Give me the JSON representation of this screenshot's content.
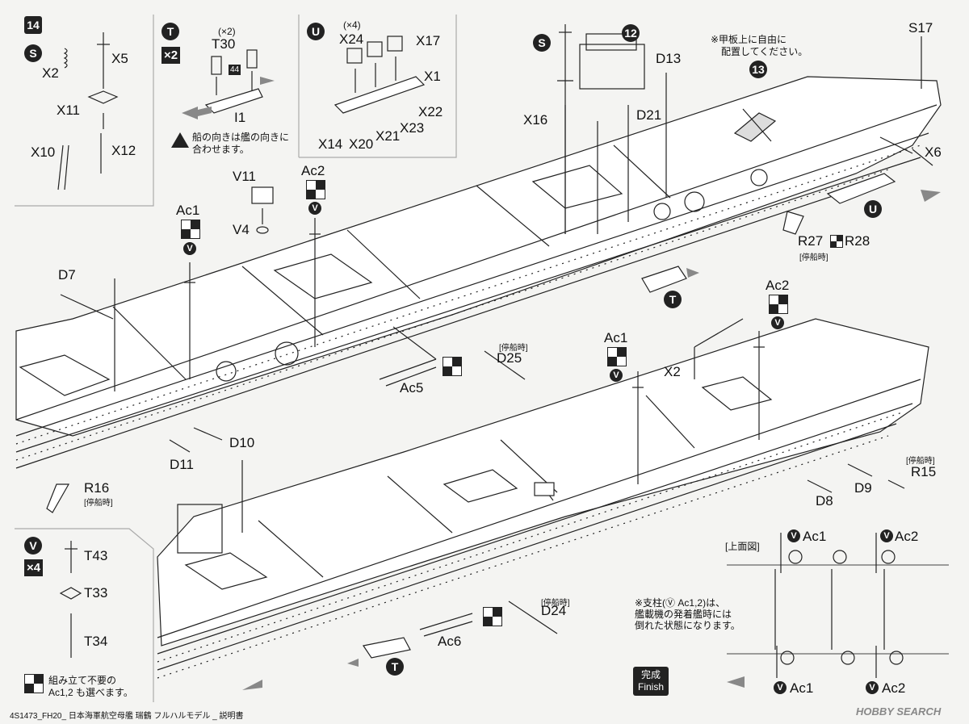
{
  "step": {
    "number": "14"
  },
  "panel_s": {
    "badge": "S",
    "parts": [
      "X2",
      "X5",
      "X11",
      "X10",
      "X12"
    ]
  },
  "panel_t": {
    "badge": "T",
    "qty": "×2",
    "count_note": "(×2)",
    "part": "T30",
    "paint_code": "44",
    "hull_part": "I1",
    "note_line1": "船の向きは艦の向きに",
    "note_line2": "合わせます。"
  },
  "panel_u": {
    "badge": "U",
    "count_note": "(×4)",
    "parts": [
      "X24",
      "X17",
      "X1",
      "X22",
      "X14",
      "X20",
      "X21",
      "X23"
    ]
  },
  "panel_v": {
    "badge": "V",
    "qty": "×4",
    "parts": [
      "T43",
      "T33",
      "T34"
    ],
    "note_line1": "組み立て不要の",
    "note_line2": "Ac1,2 も選べます。"
  },
  "upper_ship": {
    "badges": {
      "s": "S",
      "step12": "12",
      "step13": "13",
      "u": "U",
      "t": "T",
      "v1": "V",
      "v2": "V"
    },
    "labels": {
      "s17": "S17",
      "d13": "D13",
      "x16": "X16",
      "d21": "D21",
      "x6": "X6",
      "v11": "V11",
      "v4": "V4",
      "ac2": "Ac2",
      "ac1": "Ac1",
      "d7": "D7",
      "r27": "R27",
      "r28": "R28",
      "d25": "D25",
      "ac5": "Ac5",
      "d10": "D10",
      "d11": "D11",
      "r16": "R16"
    },
    "deck_note_line1": "※甲板上に自由に",
    "deck_note_line2": "配置してください。",
    "moored": "[停船時]"
  },
  "lower_ship": {
    "badges": {
      "t": "T",
      "v1": "V",
      "v2": "V"
    },
    "labels": {
      "ac2": "Ac2",
      "ac1": "Ac1",
      "x2": "X2",
      "r15": "R15",
      "d9": "D9",
      "d8": "D8",
      "d24": "D24",
      "ac6": "Ac6"
    },
    "moored": "[停船時]"
  },
  "top_view": {
    "title": "[上面図]",
    "ac1_top": "Ac1",
    "ac2_top": "Ac2",
    "ac1_bottom": "Ac1",
    "ac2_bottom": "Ac2",
    "note_line1": "※支柱(Ⓥ Ac1,2)は、",
    "note_line2": "艦載機の発着艦時には",
    "note_line3": "倒れた状態になります。"
  },
  "finish": {
    "line1": "完成",
    "line2": "Finish"
  },
  "footer": {
    "code": "4S1473_FH20_ 日本海軍航空母艦 瑞鶴 フルハルモデル _ 説明書",
    "watermark": "HOBBY SEARCH"
  }
}
